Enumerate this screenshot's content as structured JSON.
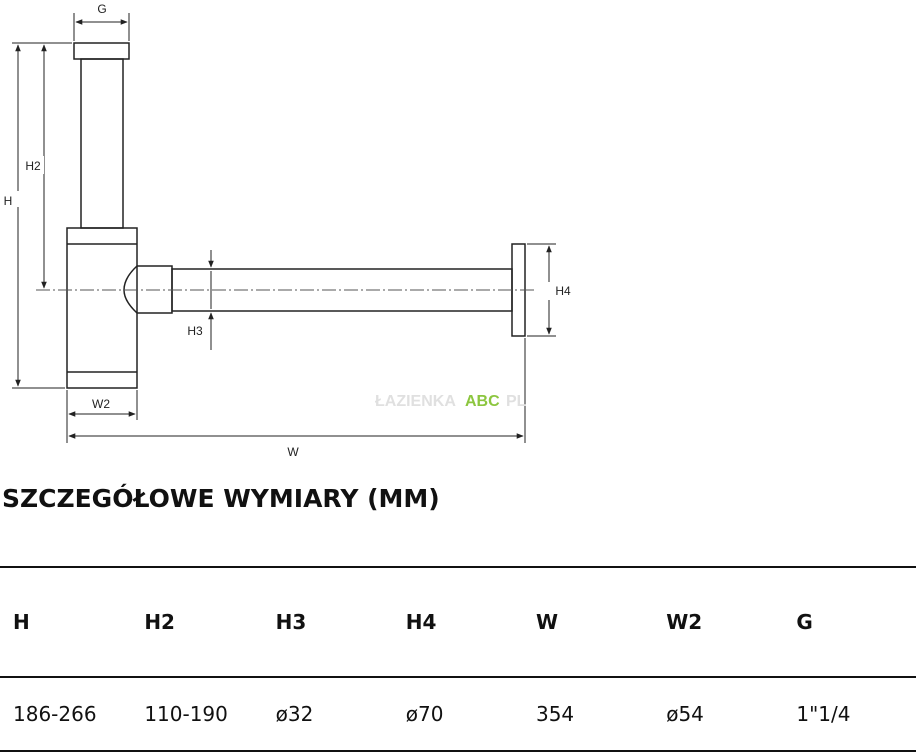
{
  "diagram": {
    "labels": {
      "g": "G",
      "h": "H",
      "h2": "H2",
      "h3": "H3",
      "h4": "H4",
      "w": "W",
      "w2": "W2"
    },
    "watermark": {
      "prefix": "ŁAZIENKA",
      "brand": "ABC",
      "suffix": "PL"
    }
  },
  "title": "SZCZEGÓŁOWE WYMIARY (MM)",
  "table": {
    "headers": [
      "H",
      "H2",
      "H3",
      "H4",
      "W",
      "W2",
      "G"
    ],
    "values": [
      "186-266",
      "110-190",
      "ø32",
      "ø70",
      "354",
      "ø54",
      "1\"1/4"
    ]
  },
  "colors": {
    "line": "#222222",
    "watermark_brand": "#8cc63f",
    "watermark_gray": "#d9d9d9"
  }
}
